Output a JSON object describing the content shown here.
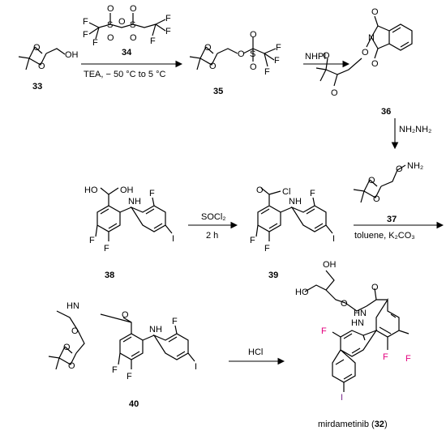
{
  "compounds": {
    "c33": {
      "label": "33"
    },
    "c34": {
      "label": "34"
    },
    "c35": {
      "label": "35"
    },
    "c36": {
      "label": "36"
    },
    "c37": {
      "label": "37"
    },
    "c38": {
      "label": "38"
    },
    "c39": {
      "label": "39"
    },
    "c40": {
      "label": "40"
    },
    "c32": {
      "name": "mirdametinib (",
      "label": "32",
      "close": ")"
    }
  },
  "reagents": {
    "step1_below": "TEA, − 50 °C to 5 °C",
    "step2": "NHPI",
    "step3": "NH₂NH₂",
    "step4_above": "SOCl₂",
    "step4_below": "2 h",
    "step5_below": "toluene, K₂CO₃",
    "step6": "HCl"
  },
  "atoms": {
    "O": "O",
    "OH": "OH",
    "HO": "HO",
    "S": "S",
    "F": "F",
    "I": "I",
    "N": "N",
    "NH": "NH",
    "HN": "HN",
    "Cl": "Cl",
    "NH2": "NH₂"
  },
  "colors": {
    "ink": "#000000",
    "fluorine_highlight": "#e4007f",
    "iodine_highlight": "#7b2d8e"
  }
}
